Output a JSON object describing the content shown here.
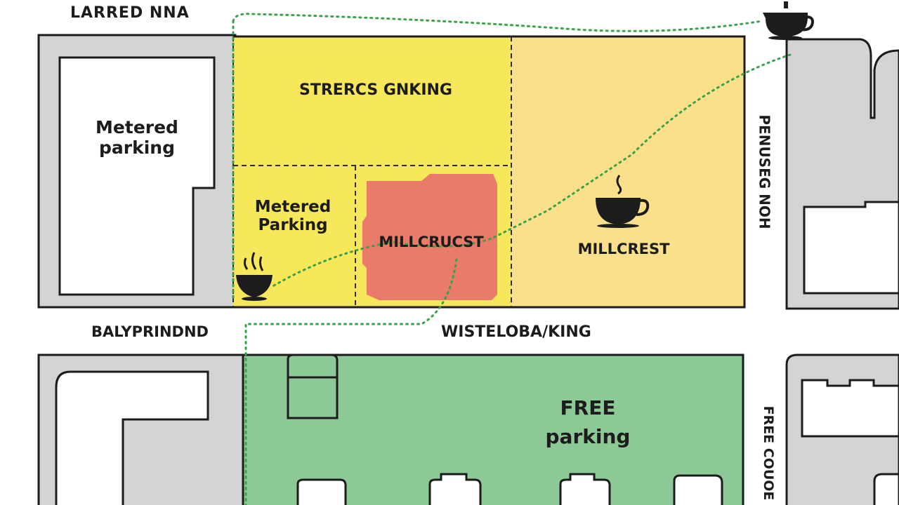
{
  "title": "LARRED NNA",
  "colors": {
    "metered": "#f7e75a",
    "premium": "#fbe08b",
    "hotspot": "#ea7b6a",
    "free": "#8dc996",
    "building": "#d4d4d4",
    "route": "#3aa04a"
  },
  "zones": {
    "street_parking": "STRERCS GNKING",
    "metered_left": [
      "Metered",
      "parking"
    ],
    "metered_inner": [
      "Metered",
      "Parking"
    ],
    "hotspot": "MILLCRUCST",
    "millcrest": "MILLCREST",
    "free": [
      "FREE",
      "parking"
    ]
  },
  "streets": {
    "left": "BALYPRINDND",
    "center": "WISTELOBA/KING",
    "right_top": "PENUSEG NOH",
    "right_bottom": "FREE COUOE"
  },
  "icons": [
    "coffee-cup-icon-top-right",
    "coffee-cup-icon-millcrest",
    "steaming-bowl-icon"
  ]
}
